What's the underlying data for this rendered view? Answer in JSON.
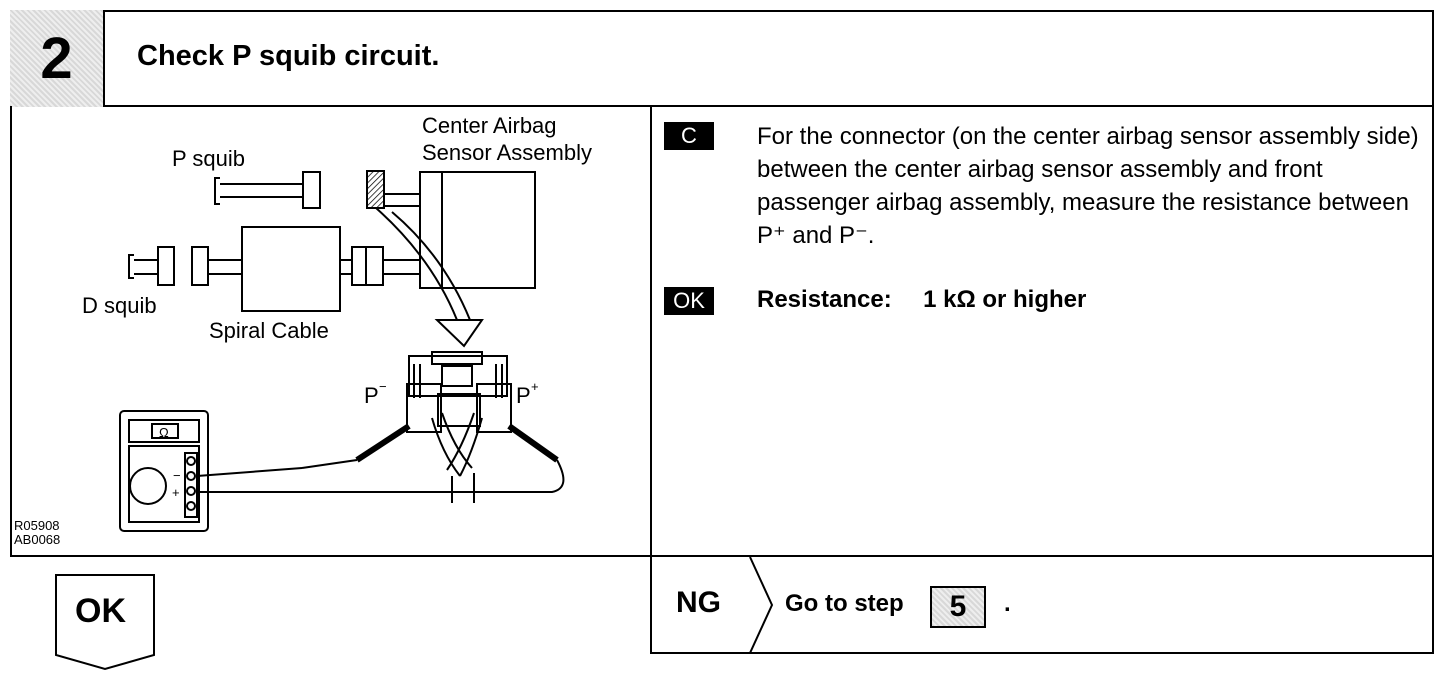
{
  "header": {
    "step_number": "2",
    "title": "Check P squib circuit."
  },
  "diagram": {
    "label_center_airbag_1": "Center Airbag",
    "label_center_airbag_2": "Sensor Assembly",
    "label_p_squib": "P squib",
    "label_d_squib": "D squib",
    "label_spiral_cable": "Spiral Cable",
    "label_p_minus": "P",
    "label_p_plus": "P",
    "label_ohm": "Ω",
    "label_minus": "−",
    "label_plus": "+",
    "code_1": "R05908",
    "code_2": "AB0068"
  },
  "check": {
    "c_tag": "C",
    "instruction": "For the connector (on the center airbag sensor assembly side) between the center airbag sensor assembly and front passenger airbag assembly, measure the resistance between P⁺ and P⁻.",
    "ok_tag": "OK",
    "resistance_label": "Resistance:",
    "resistance_value": "1 kΩ or higher"
  },
  "result": {
    "ok_label": "OK",
    "ng_label": "NG",
    "go_to_text": "Go to step",
    "go_to_step": "5",
    "period": "."
  }
}
